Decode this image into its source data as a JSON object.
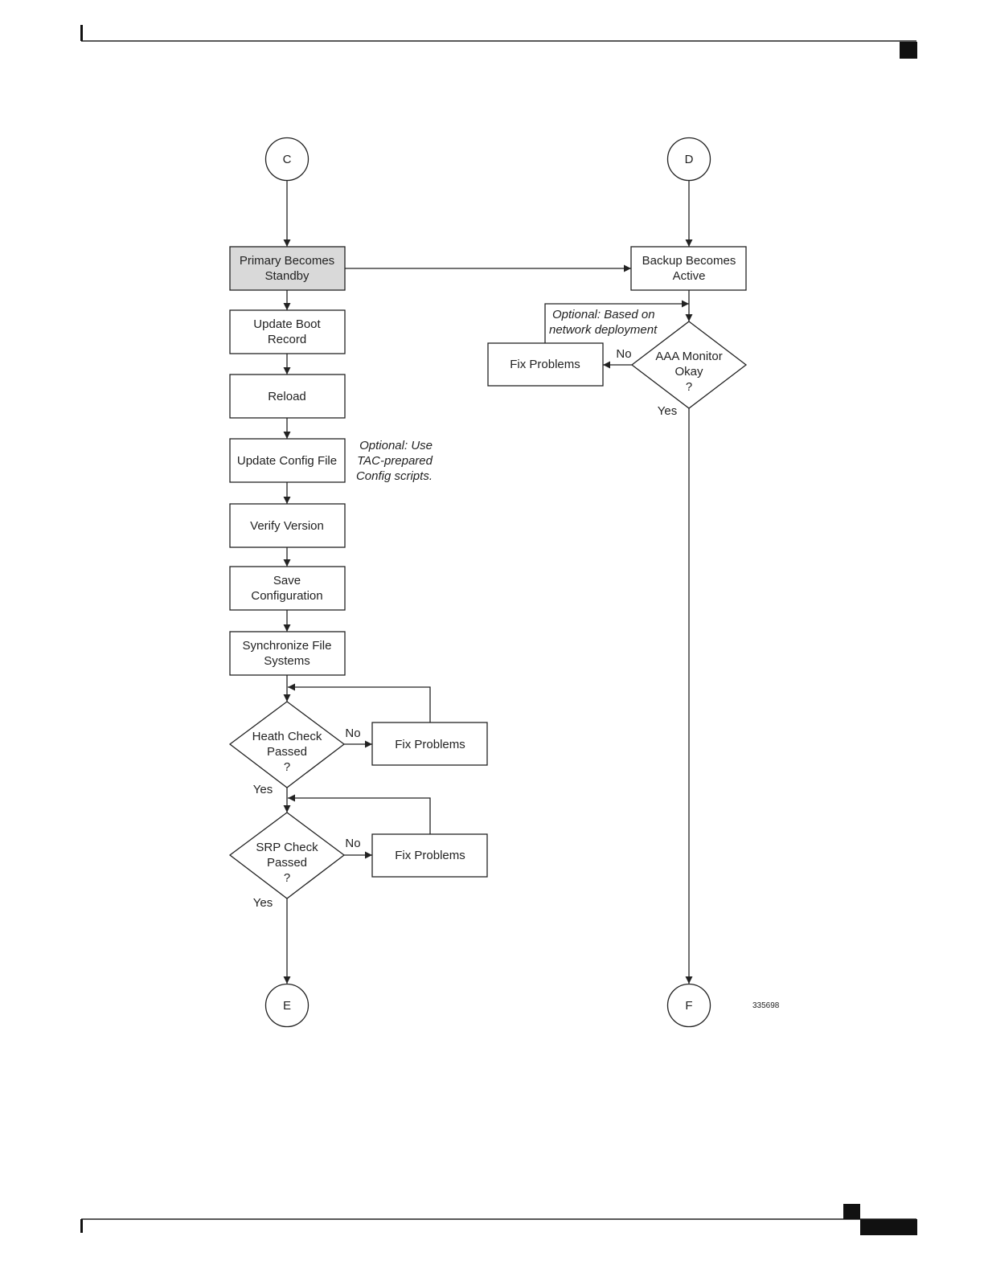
{
  "colors": {
    "stroke": "#222222",
    "standby_fill": "#d9d9d9",
    "page": "#ffffff"
  },
  "diagram": {
    "connectors": {
      "c": "C",
      "d": "D",
      "e": "E",
      "f": "F"
    },
    "primary_becomes_standby": [
      "Primary Becomes",
      "Standby"
    ],
    "update_boot_record": [
      "Update Boot",
      "Record"
    ],
    "reload": [
      "Reload"
    ],
    "update_config_file": [
      "Update Config File"
    ],
    "verify_version": [
      "Verify Version"
    ],
    "save_configuration": [
      "Save",
      "Configuration"
    ],
    "synchronize_file_systems": [
      "Synchronize File",
      "Systems"
    ],
    "health_check": [
      "Heath Check",
      "Passed",
      "?"
    ],
    "srp_check": [
      "SRP Check",
      "Passed",
      "?"
    ],
    "fix_problems_health": [
      "Fix Problems"
    ],
    "fix_problems_srp": [
      "Fix Problems"
    ],
    "backup_becomes_active": [
      "Backup Becomes",
      "Active"
    ],
    "aaa_monitor": [
      "AAA Monitor",
      "Okay",
      "?"
    ],
    "fix_problems_aaa": [
      "Fix Problems"
    ],
    "labels": {
      "no": "No",
      "yes": "Yes"
    },
    "notes": {
      "config_scripts": [
        "Optional: Use",
        "TAC-prepared",
        "Config scripts."
      ],
      "network_deployment": [
        "Optional: Based on",
        "network deployment"
      ]
    },
    "figure_id": "335698"
  }
}
